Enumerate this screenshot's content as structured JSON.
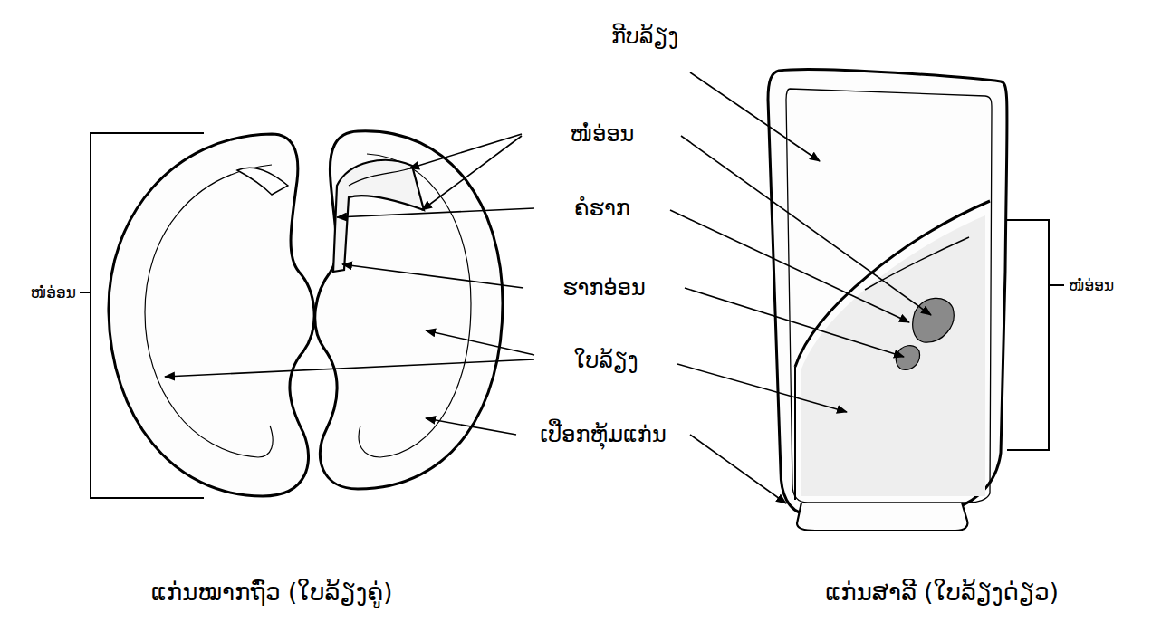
{
  "diagram": {
    "labels": [
      "ກີບລ້ຽງ",
      "ໜໍ່ອ່ອນ",
      "ຄໍຮາກ",
      "ຮາກອ່ອນ",
      "ໃບລ້ຽງ",
      "ເປືອກຫຸ້ມແກ່ນ",
      "ໜໍ່ອ່ອນ",
      "ໜໍ່ອ່ອນ",
      "ແກ່ນໝາກຖົ່ວ (ໃບລ້ຽງຄູ່)",
      "ແກ່ນສາລີ (ໃບລ້ຽງດ່ຽວ)"
    ]
  }
}
